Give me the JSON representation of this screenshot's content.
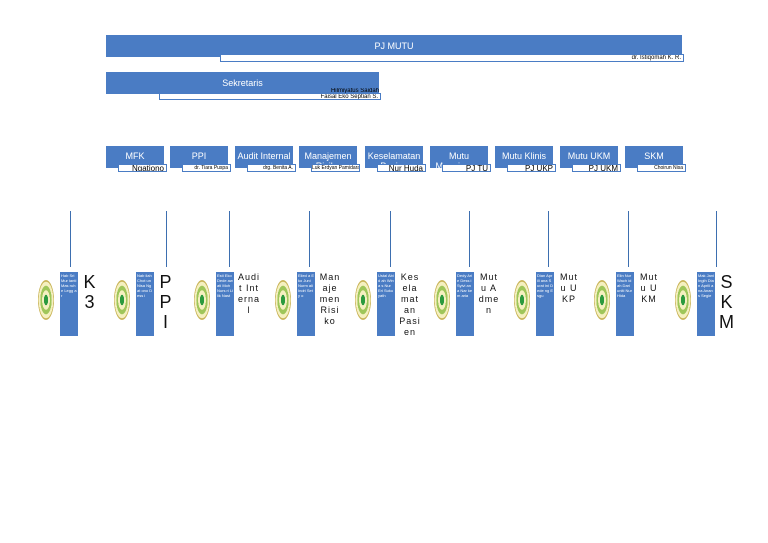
{
  "top": {
    "title": "PJ MUTU",
    "name": "dr. Istiqomah K. R."
  },
  "secretary": {
    "title": "Sekretaris",
    "name1": "Hilmiyatus Saidah",
    "name2": "Faisal Eko Septian S."
  },
  "units": [
    {
      "title": "MFK",
      "name": "Ngationo"
    },
    {
      "title": "PPI",
      "name": "dr. Tiara Puspa"
    },
    {
      "title": "Audit Internal",
      "name": "drg. Benita A."
    },
    {
      "title": "Manajemen Risiko",
      "name": "Luk Erdyan Pamidara"
    },
    {
      "title": "Keselamatan Pasien",
      "name": "Nur Huda"
    },
    {
      "title": "Mutu Manajemen",
      "name": "PJ TU"
    },
    {
      "title": "Mutu Klinis",
      "name": "PJ UKP"
    },
    {
      "title": "Mutu UKM",
      "name": "PJ UKM"
    },
    {
      "title": "SKM",
      "name": "Choirun Nisa"
    }
  ],
  "members": [
    {
      "strip": "Hab Sri Mur ianti Mas ruhe Legg ar",
      "label": "K3"
    },
    {
      "strip": "Nab ilah Chot un Nisa Ngat ono Dess i",
      "label": "PPI"
    },
    {
      "strip": "Esti Eko Dede awati Moh Nurs ri Lilik Nast",
      "label": "Audit Internal"
    },
    {
      "strip": "Elied a Eko Juni Nurm ali Indri Sety o",
      "label": "Manajemen Risiko"
    },
    {
      "strip": "Ustal Abid ah Wina s Nur Eri Suku yath",
      "label": "Keselamatan Pasien"
    },
    {
      "strip": "Dedy Arie Dess i Syivi ana Nar kem aria",
      "label": "Mutu Admen"
    },
    {
      "strip": "Dian Aprili ana Surat ini Dede ng Esgu",
      "label": "Mutu UKP"
    },
    {
      "strip": "Elin Nur Wach idah Dari uniti Nur Hida",
      "label": "Mutu UKM"
    },
    {
      "strip": "Mak Jani Ingih Dian Aprili ana Anan s Segie",
      "label": "SKM"
    }
  ]
}
